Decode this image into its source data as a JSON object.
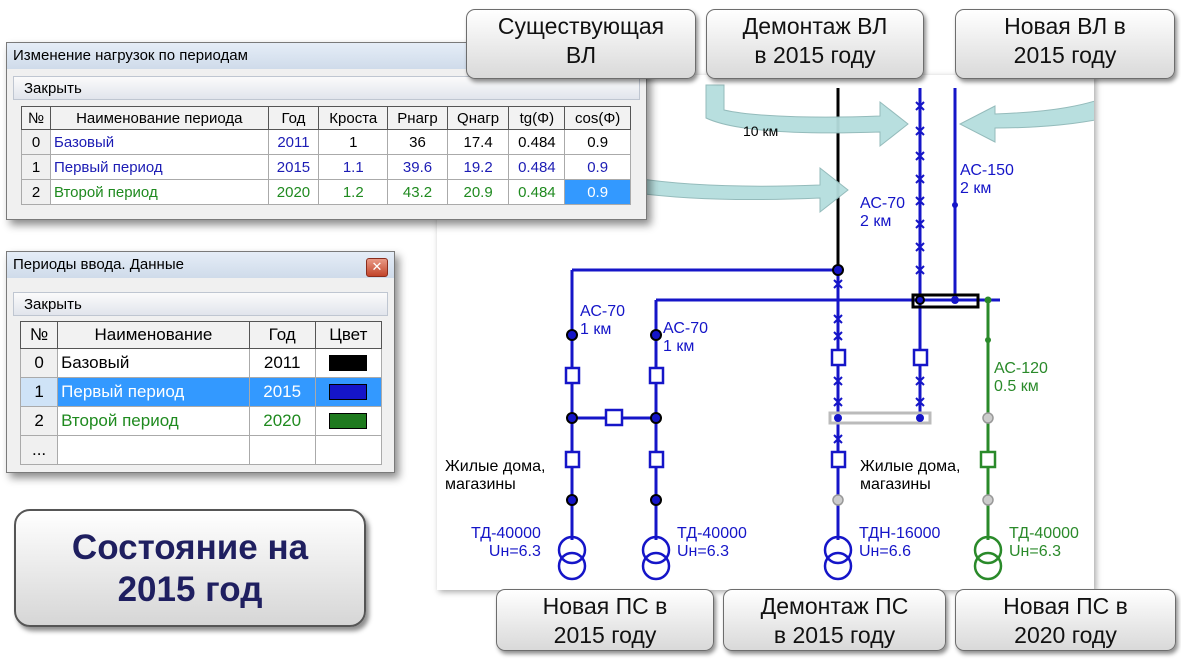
{
  "load_window": {
    "title": "Изменение нагрузок по периодам",
    "menu_close": "Закрыть",
    "headers": [
      "№",
      "Наименование периода",
      "Год",
      "Кроста",
      "Рнагр",
      "Qнагр",
      "tg(Φ)",
      "cos(Φ)"
    ],
    "rows": [
      {
        "n": "0",
        "name": "Базовый",
        "year": "2011",
        "k": "1",
        "p": "36",
        "q": "17.4",
        "tg": "0.484",
        "cos": "0.9",
        "color": "#1c1cb4"
      },
      {
        "n": "1",
        "name": "Первый период",
        "year": "2015",
        "k": "1.1",
        "p": "39.6",
        "q": "19.2",
        "tg": "0.484",
        "cos": "0.9",
        "color": "#1c1cb4"
      },
      {
        "n": "2",
        "name": "Второй период",
        "year": "2020",
        "k": "1.2",
        "p": "43.2",
        "q": "20.9",
        "tg": "0.484",
        "cos": "0.9",
        "color": "#1f8a1f"
      }
    ]
  },
  "periods_window": {
    "title": "Периоды ввода. Данные",
    "menu_close": "Закрыть",
    "headers": [
      "№",
      "Наименование",
      "Год",
      "Цвет"
    ],
    "rows": [
      {
        "n": "0",
        "name": "Базовый",
        "year": "2011",
        "swatch": "#000000",
        "color": "#000000"
      },
      {
        "n": "1",
        "name": "Первый период",
        "year": "2015",
        "swatch": "#1515c8",
        "color": "#ffffff"
      },
      {
        "n": "2",
        "name": "Второй период",
        "year": "2020",
        "swatch": "#1e7a1e",
        "color": "#1f8a1f"
      },
      {
        "n": "...",
        "name": "",
        "year": "",
        "swatch": "",
        "color": "#000000"
      }
    ]
  },
  "state": {
    "line1": "Состояние на",
    "line2": "2015 год"
  },
  "callouts": {
    "existing": {
      "line1": "Существующая",
      "line2": "ВЛ"
    },
    "dismantle_line": {
      "line1": "Демонтаж ВЛ",
      "line2": "в 2015 году"
    },
    "new_line": {
      "line1": "Новая ВЛ в",
      "line2": "2015 году"
    },
    "new_ps_2015": {
      "line1": "Новая ПС в",
      "line2": "2015 году"
    },
    "dismantle_ps": {
      "line1": "Демонтаж ПС",
      "line2": "в 2015 году"
    },
    "new_ps_2020": {
      "line1": "Новая ПС в",
      "line2": "2020 году"
    }
  },
  "diagram": {
    "label_10km": "10 км",
    "ac70_2km": {
      "a": "АС-70",
      "b": "2 км"
    },
    "ac150": {
      "a": "АС-150",
      "b": "2 км"
    },
    "ac70_1km_a": {
      "a": "АС-70",
      "b": "1 км"
    },
    "ac70_1km_b": {
      "a": "АС-70",
      "b": "1 км"
    },
    "ac120": {
      "a": "АС-120",
      "b": "0.5 км"
    },
    "houses_left": {
      "a": "Жилые дома,",
      "b": "магазины"
    },
    "houses_right": {
      "a": "Жилые дома,",
      "b": "магазины"
    },
    "tr1": {
      "a": "ТД-40000",
      "b": "Uн=6.3"
    },
    "tr2": {
      "a": "ТД-40000",
      "b": "Uн=6.3"
    },
    "tr3": {
      "a": "ТДН-16000",
      "b": "Uн=6.6"
    },
    "tr4": {
      "a": "ТД-40000",
      "b": "Uн=6.3"
    },
    "colors": {
      "base": "#000000",
      "period1": "#1515c8",
      "period2": "#2a8a2a",
      "arrow": "#b5dede"
    }
  }
}
